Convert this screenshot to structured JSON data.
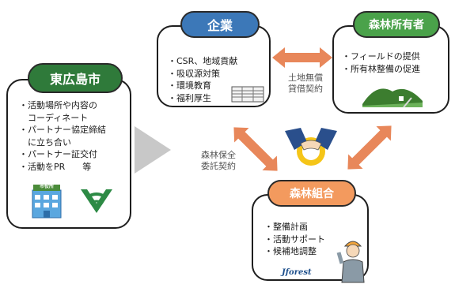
{
  "city": {
    "title": "東広島市",
    "items": [
      "・活動場所や内容の",
      "　コーディネート",
      "・パートナー協定締結",
      "　に立ち合い",
      "・パートナー証交付",
      "・活動をPR　　等"
    ],
    "building_sign": "市役所"
  },
  "company": {
    "title": "企業",
    "items": [
      "・CSR、地域貢献",
      "・吸収源対策",
      "・環境教育",
      "・福利厚生"
    ]
  },
  "owner": {
    "title": "森林所有者",
    "items": [
      "・フィールドの提供",
      "・所有林整備の促進"
    ]
  },
  "union": {
    "title": "森林組合",
    "items": [
      "・整備計画",
      "・活動サポート",
      "・候補地調整"
    ],
    "logo_text": "Jforest"
  },
  "labels": {
    "land_lease_1": "土地無償",
    "land_lease_2": "貸借契約",
    "forest_conservation_1": "森林保全",
    "forest_conservation_2": "委託契約"
  },
  "colors": {
    "city_header": "#2f7a3a",
    "company_header": "#3c78b8",
    "owner_header": "#4aa24a",
    "union_header": "#f39a5e",
    "arrow": "#e8875a",
    "big_arrow": "#c8c8c8"
  }
}
